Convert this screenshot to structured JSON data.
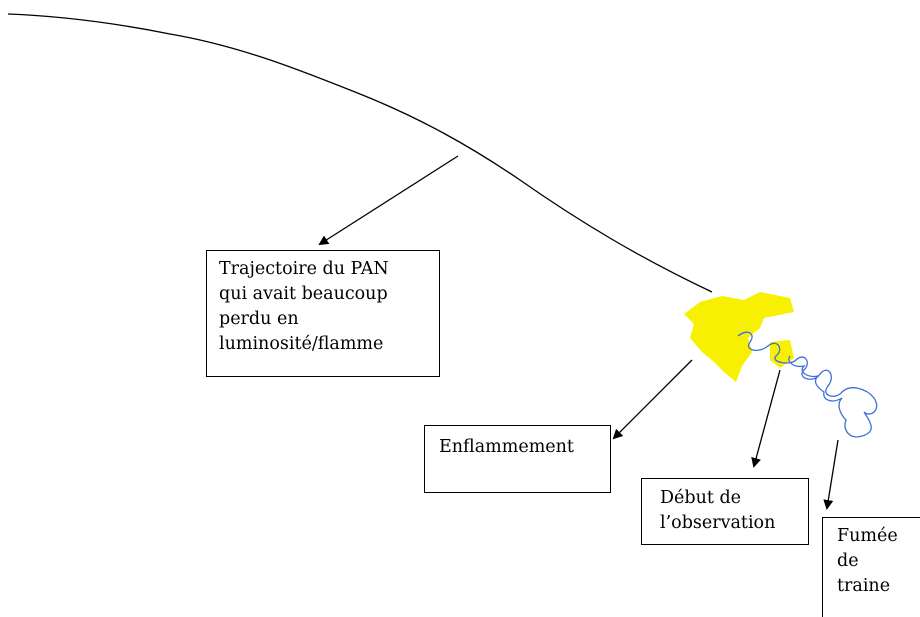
{
  "colors": {
    "ink": "#000000",
    "flame": "#f7f000",
    "smoke": "#3f6fd8"
  },
  "labels": {
    "trajectoire": [
      "Trajectoire du PAN",
      "qui avait  beaucoup",
      "perdu en",
      "luminosité/flamme"
    ],
    "enflammement": [
      "Enflammement"
    ],
    "debut": [
      "Début de",
      "l’observation"
    ],
    "fumee": [
      "Fumée",
      "de",
      "traine"
    ]
  }
}
